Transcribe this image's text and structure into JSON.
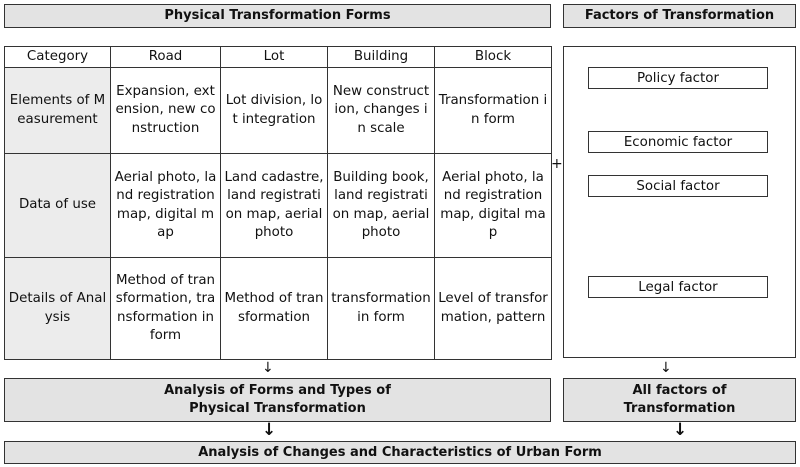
{
  "headers": {
    "left_title": "Physical Transformation Forms",
    "right_title": "Factors of Transformation"
  },
  "table": {
    "columns": [
      "Category",
      "Road",
      "Lot",
      "Building",
      "Block"
    ],
    "rows": [
      {
        "category": "Elements of Measurement",
        "cells": [
          "Expansion, extension, new construction",
          "Lot division, lot integration",
          "New construction, changes in scale",
          "Transformation in form"
        ]
      },
      {
        "category": "Data of use",
        "cells": [
          "Aerial photo, land registration map, digital map",
          "Land cadastre, land registration map, aerial photo",
          "Building book, land registration map, aerial photo",
          "Aerial photo, land registration map, digital map"
        ]
      },
      {
        "category": "Details of Analysis",
        "cells": [
          "Method of transformation, transformation in form",
          "Method of transformation",
          "transformation in form",
          "Level of transformation, pattern"
        ]
      }
    ]
  },
  "factors": [
    "Policy factor",
    "Economic factor",
    "Social factor",
    "Legal factor"
  ],
  "connectors": {
    "plus": "+",
    "arrow_thin": "↓",
    "arrow_bold": "↓"
  },
  "bottom": {
    "analysis_forms_line1": "Analysis of Forms and Types of",
    "analysis_forms_line2": "Physical Transformation",
    "all_factors_line1": "All factors of",
    "all_factors_line2": "Transformation",
    "final": "Analysis of Changes and Characteristics of Urban Form"
  }
}
